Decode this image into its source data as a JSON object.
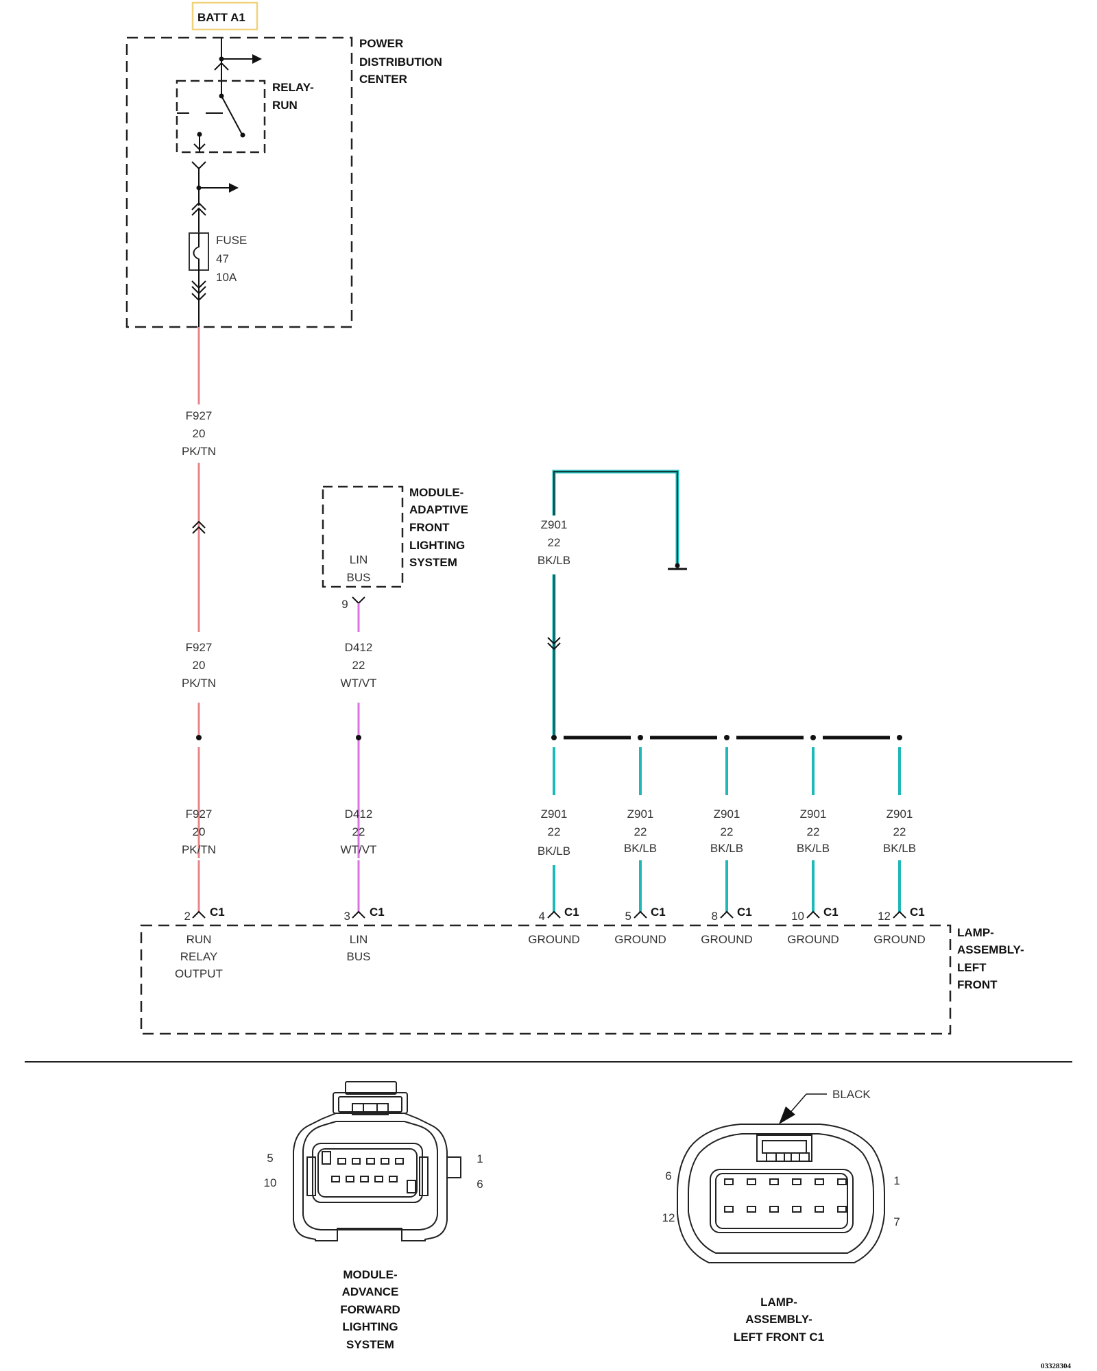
{
  "battery": {
    "label": "BATT A1"
  },
  "pdc": {
    "name_lines": [
      "POWER",
      "DISTRIBUTION",
      "CENTER"
    ],
    "relay_lines": [
      "RELAY-",
      "RUN"
    ],
    "fuse_lines": [
      "FUSE",
      "47",
      "10A"
    ]
  },
  "afls_module": {
    "name_lines": [
      "MODULE-",
      "ADAPTIVE",
      "FRONT",
      "LIGHTING",
      "SYSTEM"
    ],
    "pin_label_lines": [
      "LIN",
      "BUS"
    ],
    "pin": "9"
  },
  "wires": {
    "f927": [
      "F927",
      "20",
      "PK/TN"
    ],
    "d412": [
      "D412",
      "22",
      "WT/VT"
    ],
    "z901": [
      "Z901",
      "22",
      "BK/LB"
    ]
  },
  "lamp_assembly": {
    "name_lines": [
      "LAMP-",
      "ASSEMBLY-",
      "LEFT",
      "FRONT"
    ],
    "connector": "C1",
    "pins": [
      {
        "num": "2",
        "label_lines": [
          "RUN",
          "RELAY",
          "OUTPUT"
        ]
      },
      {
        "num": "3",
        "label_lines": [
          "LIN",
          "BUS"
        ]
      },
      {
        "num": "4",
        "label_lines": [
          "GROUND"
        ]
      },
      {
        "num": "5",
        "label_lines": [
          "GROUND"
        ]
      },
      {
        "num": "8",
        "label_lines": [
          "GROUND"
        ]
      },
      {
        "num": "10",
        "label_lines": [
          "GROUND"
        ]
      },
      {
        "num": "12",
        "label_lines": [
          "GROUND"
        ]
      }
    ]
  },
  "connector_views": {
    "afls": {
      "title_lines": [
        "MODULE-",
        "ADVANCE",
        "FORWARD",
        "LIGHTING",
        "SYSTEM"
      ],
      "pin_left_top": "5",
      "pin_left_bottom": "10",
      "pin_right_top": "1",
      "pin_right_bottom": "6"
    },
    "lamp": {
      "title_lines": [
        "LAMP-",
        "ASSEMBLY-",
        "LEFT FRONT C1"
      ],
      "color_callout": "BLACK",
      "pin_left_top": "6",
      "pin_left_bottom": "12",
      "pin_right_top": "1",
      "pin_right_bottom": "7"
    }
  },
  "figure_id": "03328304",
  "colors": {
    "pk_tn": "#e8848c",
    "wt_vt": "#d873e0",
    "bk_lb": "#1fb8b8",
    "batt_border": "#f0d27a"
  }
}
